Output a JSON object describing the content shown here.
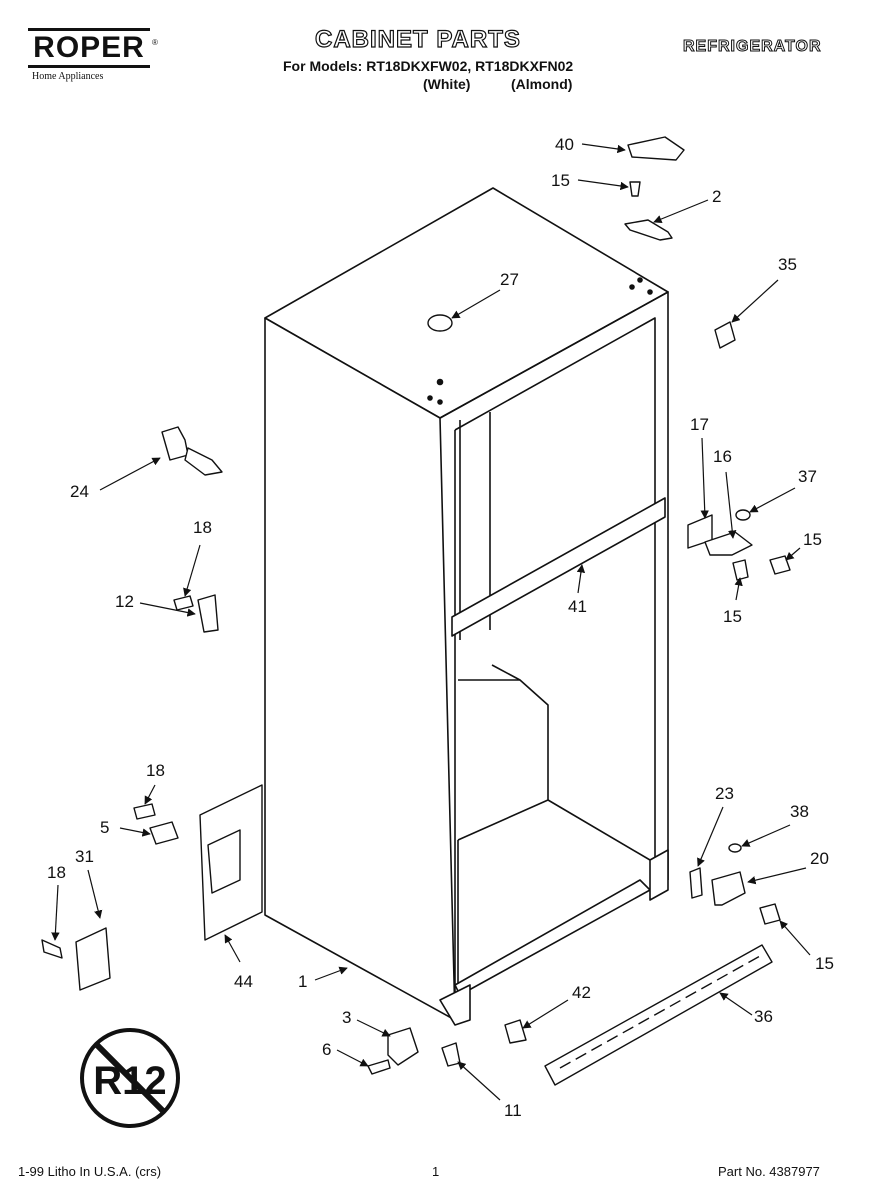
{
  "header": {
    "brand": "ROPER",
    "brand_tm": "®",
    "brand_sub": "Home Appliances",
    "title": "CABINET PARTS",
    "models": "For Models: RT18DKXFW02, RT18DKXFN02",
    "variant_white": "(White)",
    "variant_almond": "(Almond)",
    "category": "REFRIGERATOR"
  },
  "callouts": [
    "40",
    "15",
    "2",
    "35",
    "27",
    "24",
    "17",
    "16",
    "37",
    "15",
    "18",
    "12",
    "41",
    "15",
    "18",
    "5",
    "23",
    "38",
    "31",
    "20",
    "18",
    "15",
    "44",
    "1",
    "42",
    "36",
    "3",
    "6",
    "11"
  ],
  "badge": {
    "text": "R12",
    "icon": "no-r12-icon"
  },
  "footer": {
    "litho": "1-99 Litho In U.S.A. (crs)",
    "page": "1",
    "part_no": "Part No. 4387977"
  }
}
